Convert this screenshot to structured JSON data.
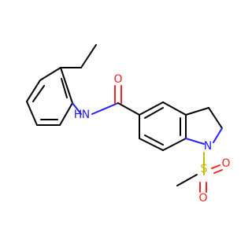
{
  "molecule": {
    "atoms": {
      "amide_n": "N",
      "amide_h": "H",
      "carbonyl_o": "O",
      "ring_n": "N",
      "sulfur": "S",
      "sulfonyl_o_right": "O",
      "sulfonyl_o_bottom": "O"
    },
    "colors": {
      "carbon_bond": "#000000",
      "nitrogen": "#2020ff",
      "oxygen": "#ff2020",
      "sulfur": "#c8b800"
    }
  }
}
